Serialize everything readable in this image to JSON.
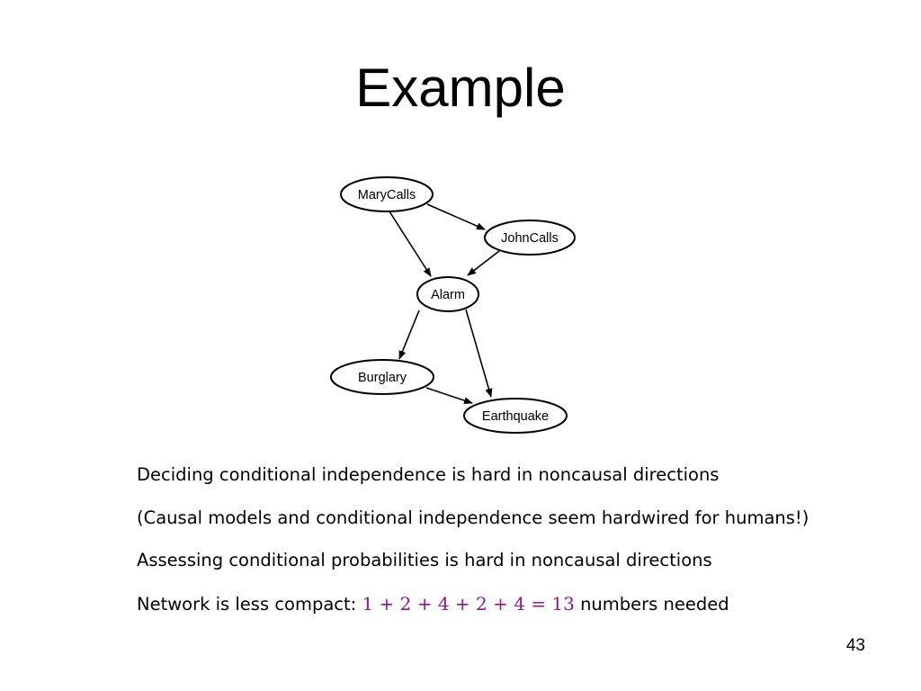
{
  "title": "Example",
  "diagram": {
    "nodes": {
      "marycalls": "MaryCalls",
      "johncalls": "JohnCalls",
      "alarm": "Alarm",
      "burglary": "Burglary",
      "earthquake": "Earthquake"
    },
    "edges": [
      {
        "from": "MaryCalls",
        "to": "JohnCalls"
      },
      {
        "from": "MaryCalls",
        "to": "Alarm"
      },
      {
        "from": "JohnCalls",
        "to": "Alarm"
      },
      {
        "from": "Alarm",
        "to": "Burglary"
      },
      {
        "from": "Alarm",
        "to": "Earthquake"
      },
      {
        "from": "Burglary",
        "to": "Earthquake"
      }
    ]
  },
  "body": {
    "line1": "Deciding conditional independence is hard in noncausal directions",
    "line2": "(Causal models and conditional independence seem hardwired for humans!)",
    "line3": "Assessing conditional probabilities is hard in noncausal directions",
    "line4_prefix": "Network is less compact: ",
    "line4_math": "1 + 2 + 4 + 2 + 4 = 13",
    "line4_suffix": " numbers needed"
  },
  "math_color": "#8b1a8b",
  "page_number": "43"
}
